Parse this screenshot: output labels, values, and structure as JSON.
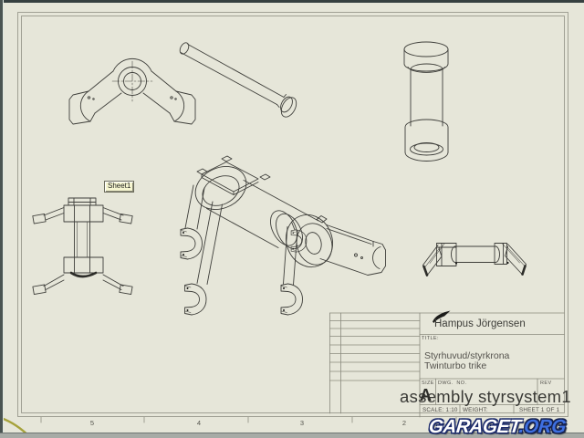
{
  "sheet": {
    "tab_label": "Sheet1",
    "zone_labels": [
      "5",
      "4",
      "3",
      "2"
    ]
  },
  "title_block": {
    "author": "Hampus Jörgensen",
    "title_label": "TITLE:",
    "title_line1": "Styrhuvud/styrkrona",
    "title_line2": "Twinturbo trike",
    "size_label": "SIZE",
    "size_value": "A",
    "dwg_no_label": "DWG.  NO.",
    "rev_label": "REV",
    "drawing_number": "assembly styrsystem1",
    "scale_label": "SCALE: 1:10",
    "weight_label": "WEIGHT:",
    "sheet_of_label": "SHEET 1 OF 1"
  },
  "watermark": {
    "brand": "GARAGET",
    "tld": ".ORG"
  },
  "colors": {
    "sheet_background": "#e6e6d9",
    "line_color": "#3f3f3b",
    "frame_color": "#a0a094",
    "title_block_line_color": "#8a8a7e",
    "logo_blue": "#3e6fe0",
    "logo_outline": "#1b2a6b",
    "corner_arc_olive": "#a6a23b",
    "sheet_tab_bg": "#f6f6d0"
  }
}
